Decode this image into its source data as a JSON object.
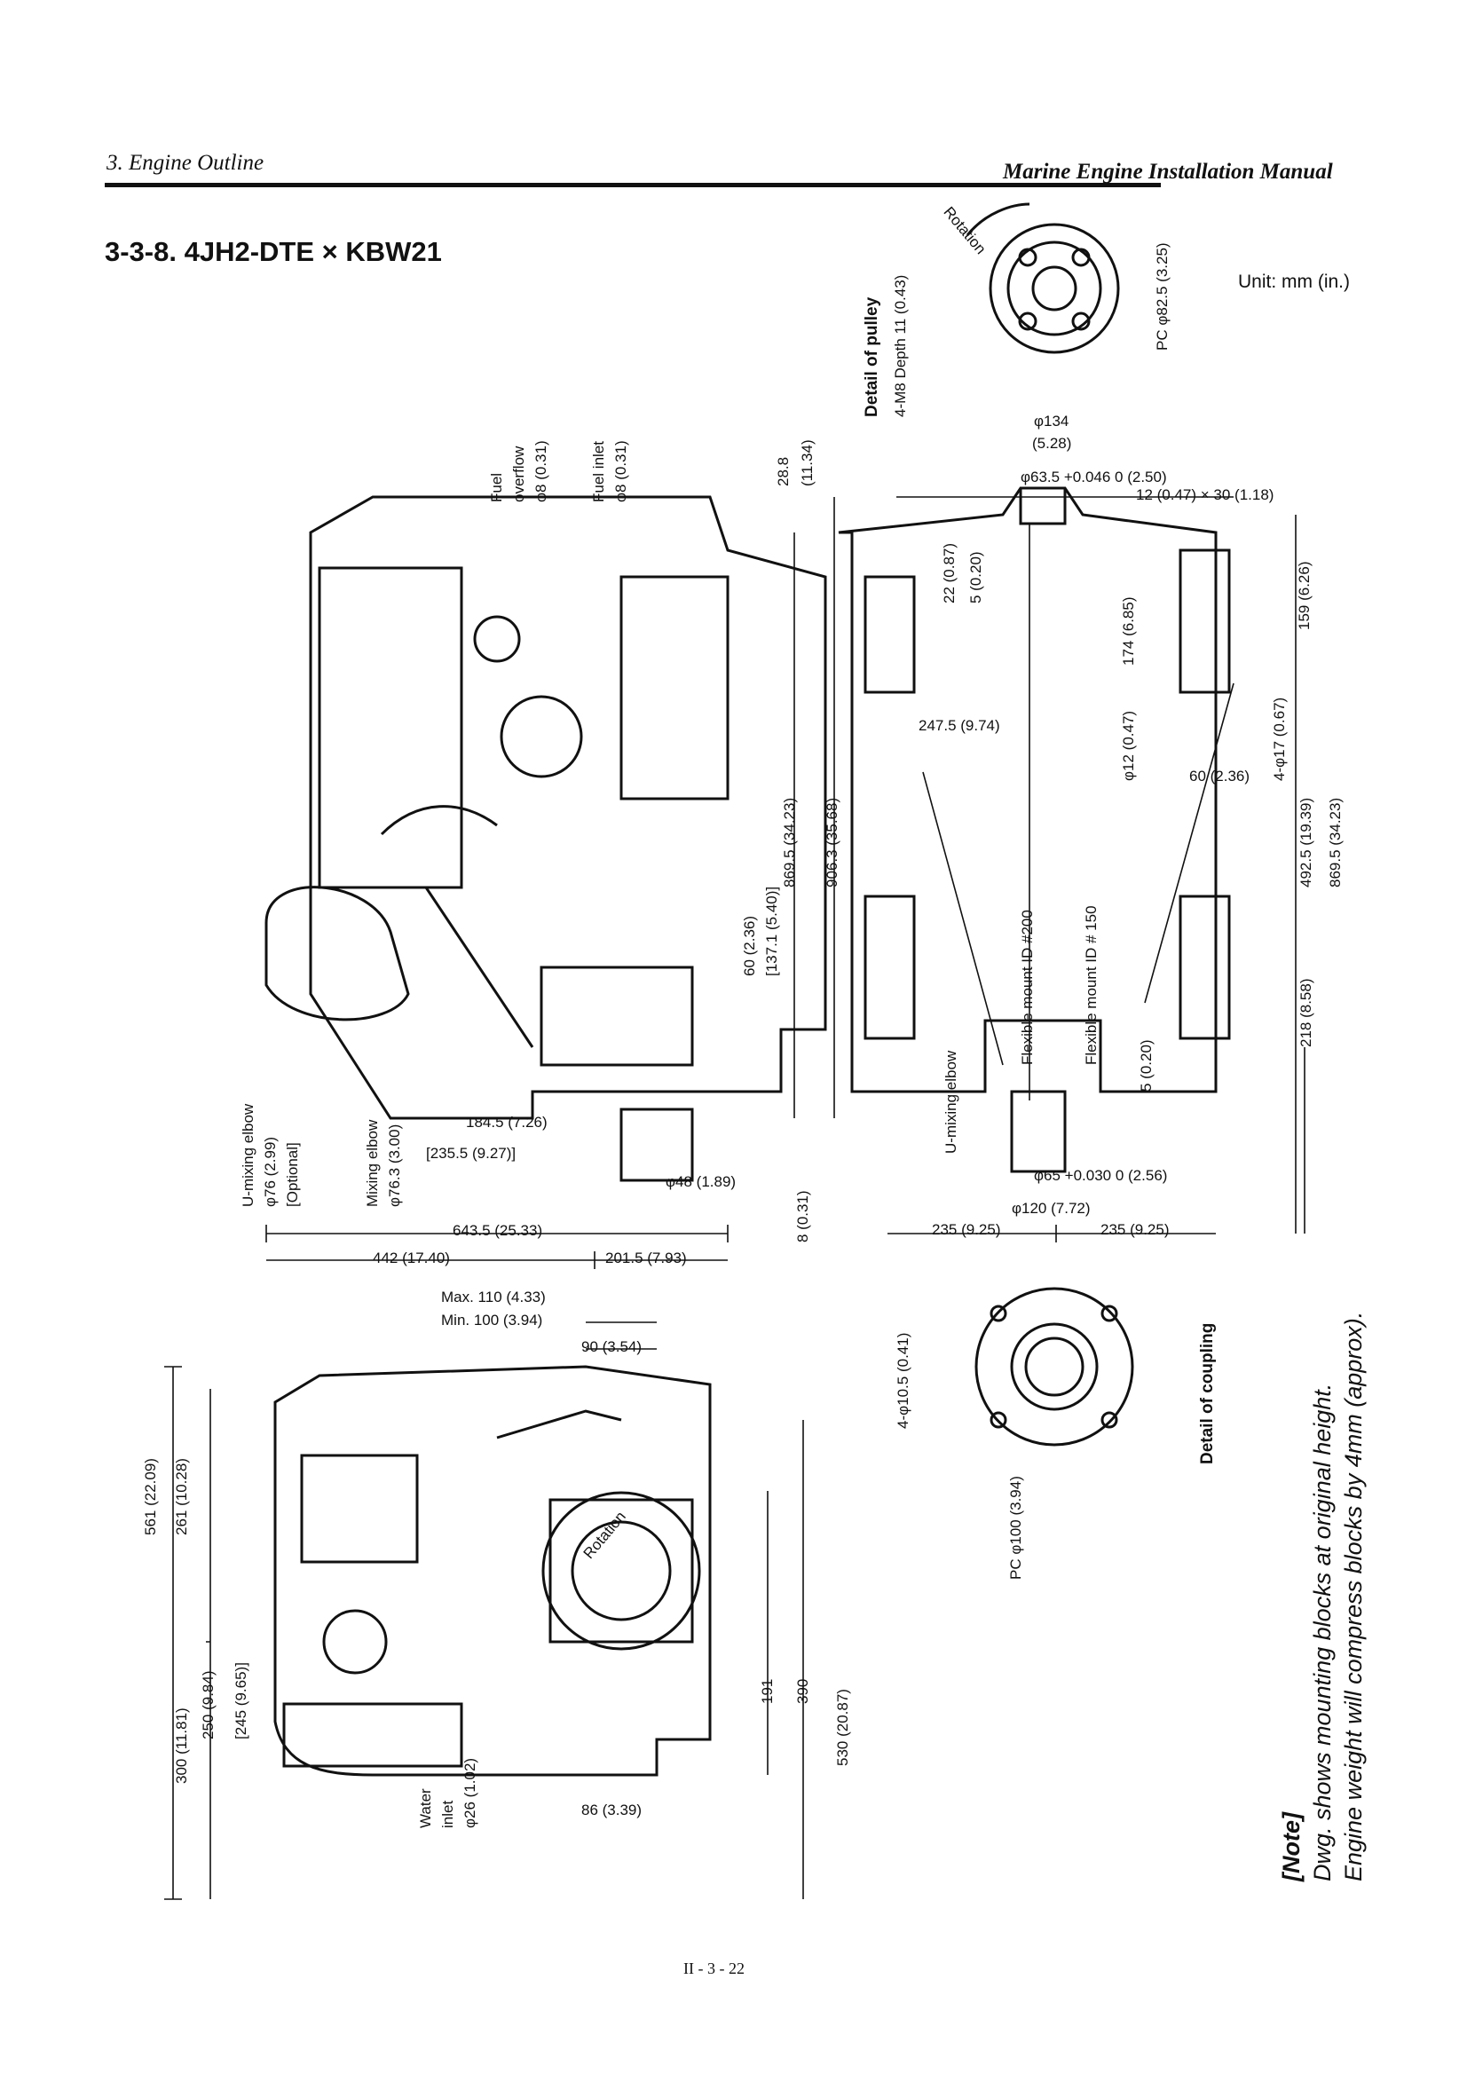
{
  "header": {
    "chapter": "3. Engine Outline",
    "manual": "Marine Engine Installation Manual"
  },
  "title": "3-3-8. 4JH2-DTE × KBW21",
  "unit": "Unit: mm (in.)",
  "page_number": "II - 3 - 22",
  "labels": {
    "fuel_overflow_1": "Fuel",
    "fuel_overflow_2": "overflow",
    "fuel_overflow_3": "φ8 (0.31)",
    "fuel_inlet_1": "Fuel inlet",
    "fuel_inlet_2": "φ8 (0.31)",
    "d28_8": "28.8",
    "d11_34": "(11.34)",
    "d869_5": "869.5 (34.23)",
    "d906_3": "906.3 (35.68)",
    "d137_1": "[137.1 (5.40)]",
    "d60": "60 (2.36)",
    "u_mixing_1": "U-mixing elbow",
    "u_mixing_2": "φ76 (2.99)",
    "u_mixing_3": "[Optional]",
    "mixing_1": "Mixing elbow",
    "mixing_2": "φ76.3 (3.00)",
    "d184_5": "184.5 (7.26)",
    "d235_5": "[235.5 (9.27)]",
    "d48": "φ48 (1.89)",
    "d8": "8 (0.31)",
    "d643_5": "643.5 (25.33)",
    "d442": "442 (17.40)",
    "d201_5": "201.5 (7.93)",
    "max110": "Max. 110 (4.33)",
    "min100": "Min. 100 (3.94)",
    "d90": "90 (3.54)",
    "d561": "561 (22.09)",
    "d261": "261 (10.28)",
    "d300": "300 (11.81)",
    "d250": "250 (9.84)",
    "d245": "[245 (9.65)]",
    "d191": "191",
    "d390": "390",
    "d530": "530 (20.87)",
    "rotation": "Rotation",
    "water_1": "Water",
    "water_2": "inlet",
    "water_3": "φ26 (1.02)",
    "d86": "86 (3.39)",
    "pulley_title": "Detail of pulley",
    "pulley_1": "4-M8 Depth 11 (0.43)",
    "pulley_pc": "PC φ82.5 (3.25)",
    "d134": "φ134",
    "d134b": "(5.28)",
    "d63_5": "φ63.5 +0.046 0 (2.50)",
    "d12x30": "12 (0.47) × 30 (1.18)",
    "d22": "22 (0.87)",
    "d5a": "5 (0.20)",
    "d174": "174 (6.85)",
    "d159": "159 (6.26)",
    "d247_5": "247.5 (9.74)",
    "d12": "φ12 (0.47)",
    "d4_17": "4-φ17 (0.67)",
    "d60b": "60 (2.36)",
    "d492_5": "492.5 (19.39)",
    "d869_5b": "869.5 (34.23)",
    "mount200": "Flexible mount ID #200",
    "mount150": "Flexible mount ID # 150",
    "d218": "218 (8.58)",
    "d5b": "5 (0.20)",
    "u_elbow": "U-mixing elbow",
    "d65": "φ65 +0.030 0 (2.56)",
    "d120": "φ120 (7.72)",
    "d235l": "235 (9.25)",
    "d235r": "235 (9.25)",
    "coupling_title": "Detail of coupling",
    "d4_10_5": "4-φ10.5 (0.41)",
    "pc100": "PC φ100 (3.94)"
  },
  "note": {
    "title": "[Note]",
    "line1": "Dwg. shows mounting blocks at original height.",
    "line2": "Engine weight will compress blocks by 4mm (approx)."
  }
}
